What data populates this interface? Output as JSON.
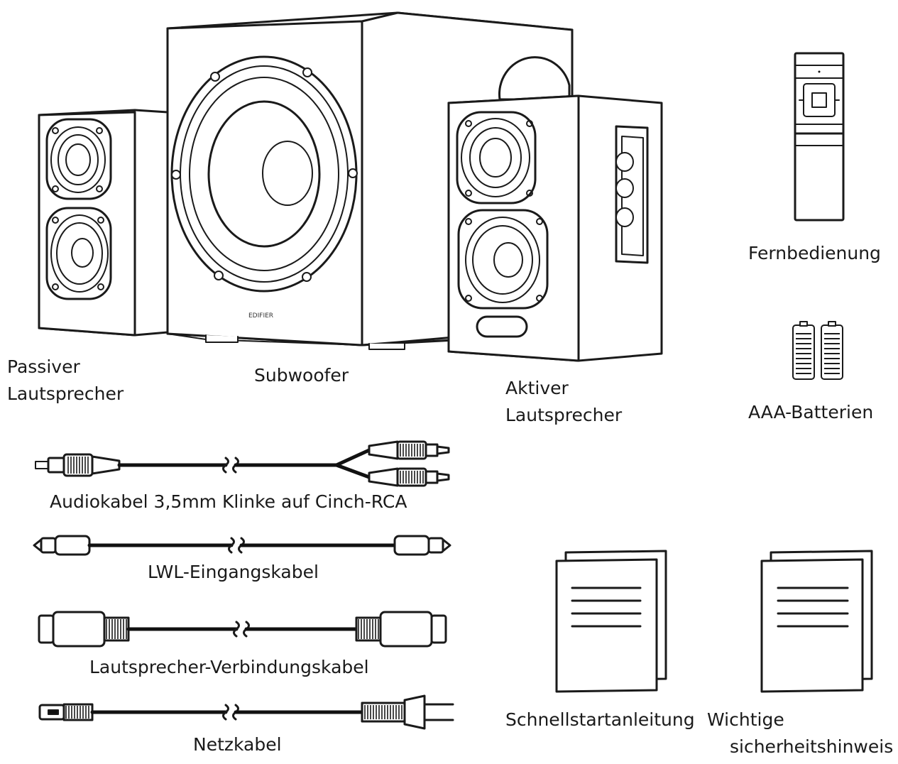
{
  "items": {
    "passive_speaker": {
      "line1": "Passiver",
      "line2": "Lautsprecher"
    },
    "subwoofer": {
      "label": "Subwoofer",
      "badge": "EDIFIER"
    },
    "active_speaker": {
      "line1": "Aktiver",
      "line2": "Lautsprecher"
    },
    "remote": {
      "label": "Fernbedienung"
    },
    "batteries": {
      "label": "AAA-Batterien"
    },
    "audio_cable": {
      "label": "Audiokabel 3,5mm Klinke auf Cinch-RCA"
    },
    "optical_cable": {
      "label": "LWL-Eingangskabel"
    },
    "speaker_cable": {
      "label": "Lautsprecher-Verbindungskabel"
    },
    "power_cable": {
      "label": "Netzkabel"
    },
    "quickstart": {
      "label": "Schnellstartanleitung"
    },
    "safety": {
      "line1": "Wichtige",
      "line2": "sicherheitshinweis"
    }
  }
}
